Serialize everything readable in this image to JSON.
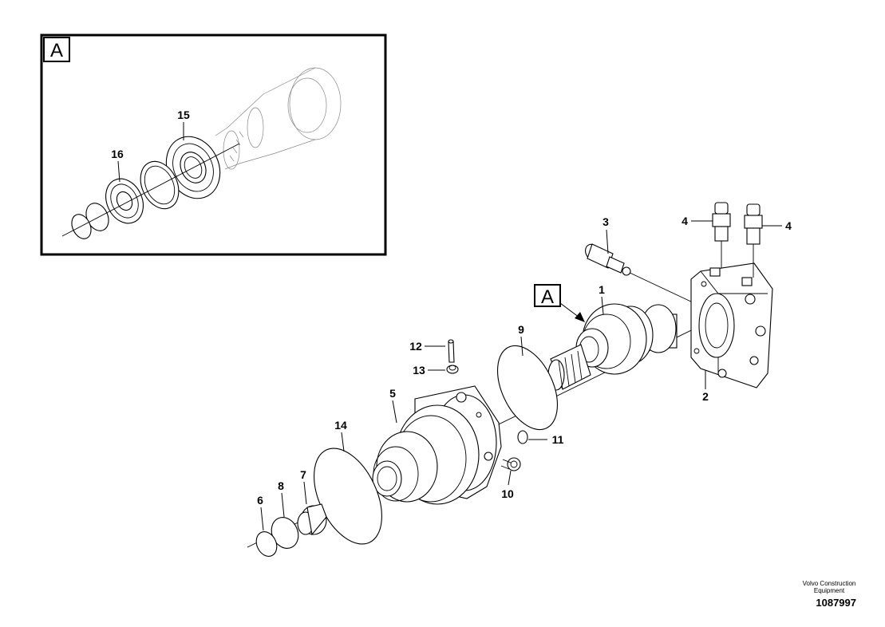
{
  "detail_box": {
    "letter": "A",
    "callouts": [
      "15",
      "16"
    ]
  },
  "main_label": {
    "letter": "A"
  },
  "callouts": {
    "c1": "1",
    "c2": "2",
    "c3": "3",
    "c4a": "4",
    "c4b": "4",
    "c5": "5",
    "c6": "6",
    "c7": "7",
    "c8": "8",
    "c9": "9",
    "c10": "10",
    "c11": "11",
    "c12": "12",
    "c13": "13",
    "c14": "14"
  },
  "footer": {
    "publisher": "Volvo Construction Equipment",
    "drawing_number": "1087997"
  }
}
